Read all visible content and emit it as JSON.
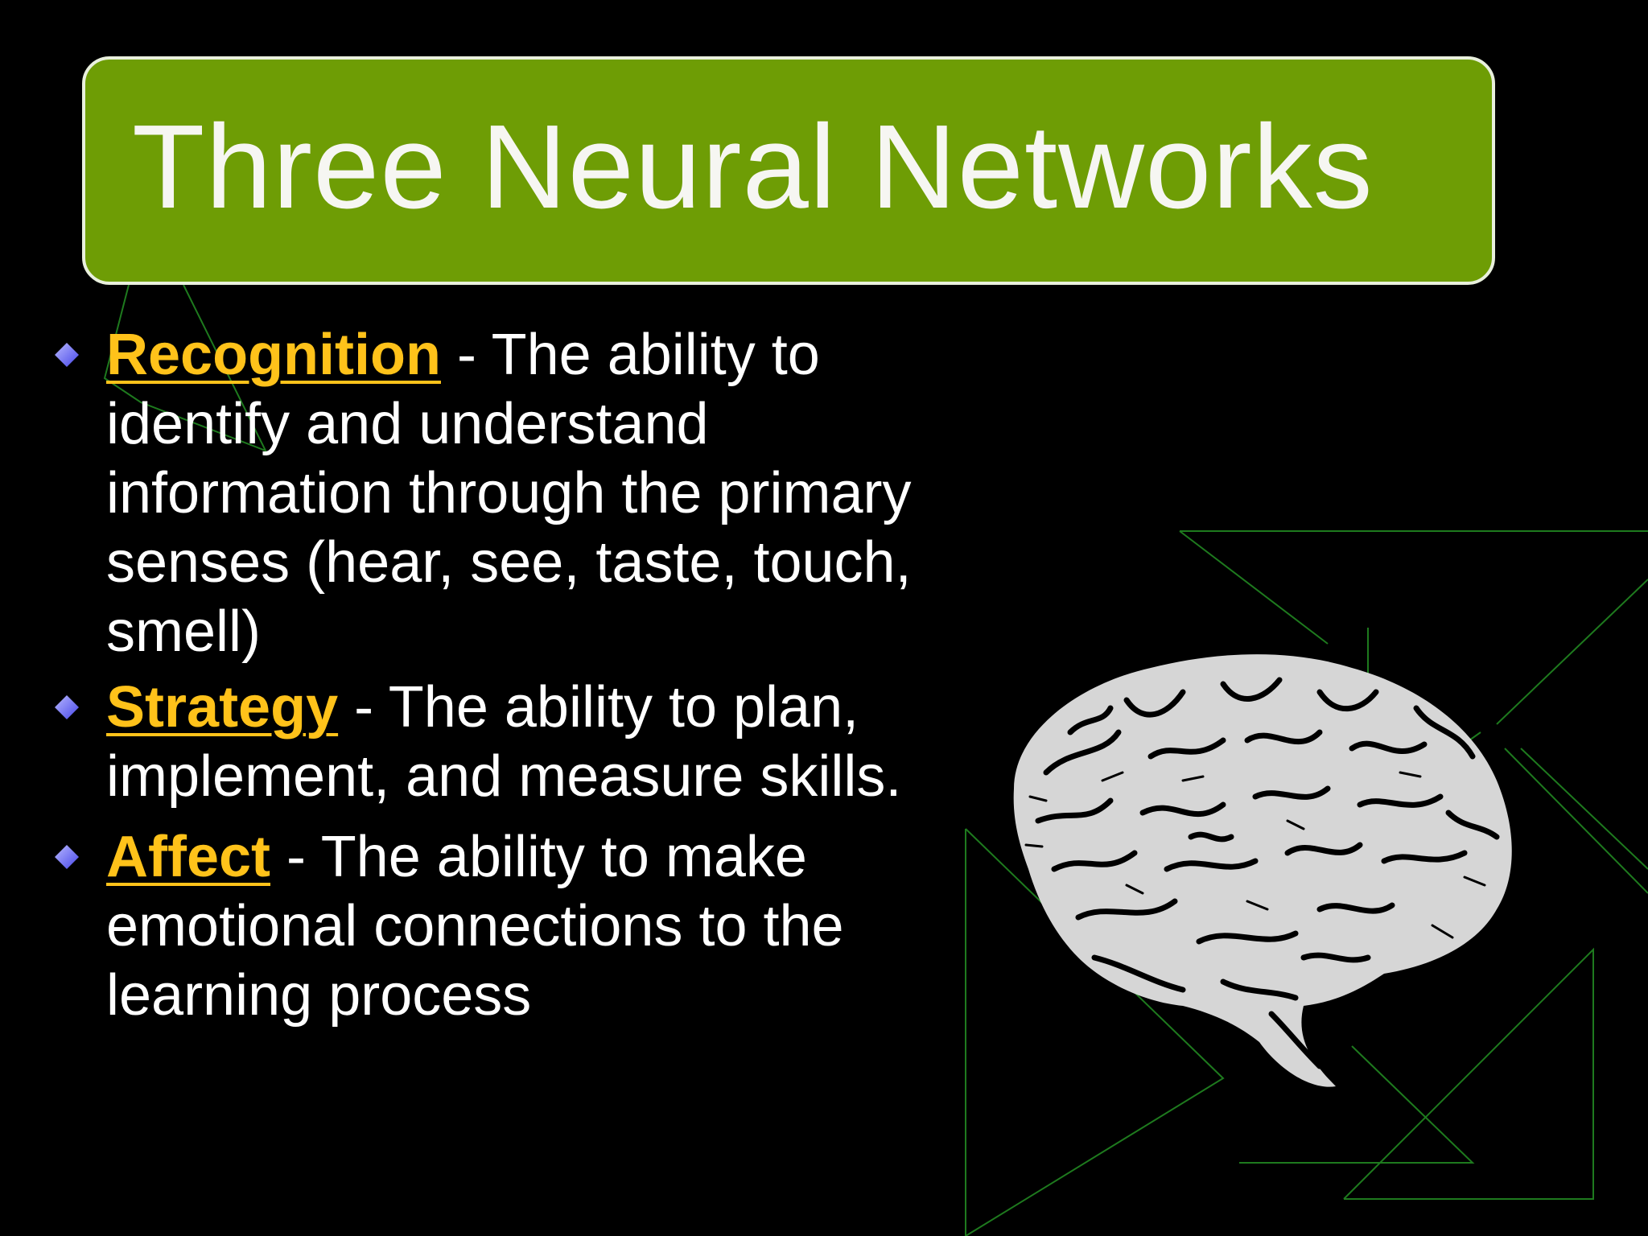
{
  "slide": {
    "title": "Three Neural Networks",
    "bullets": [
      {
        "term": "Recognition",
        "text": " - The ability to identify and understand information through the primary senses (hear, see, taste, touch, smell)"
      },
      {
        "term": "Strategy",
        "text": " - The ability to plan, implement, and measure skills."
      },
      {
        "term": "Affect",
        "text": " - The ability to make emotional connections to the learning process"
      }
    ]
  },
  "colors": {
    "background": "#000000",
    "title_fill": "#6e9d05",
    "title_border": "#e9f0dd",
    "term": "#ffc21a",
    "bullet_icon": "#6b6bff",
    "lines": "#1e7a1e",
    "brain": "#d8d8d8"
  },
  "icons": {
    "bullet": "diamond-icon",
    "illustration": "brain-icon"
  }
}
